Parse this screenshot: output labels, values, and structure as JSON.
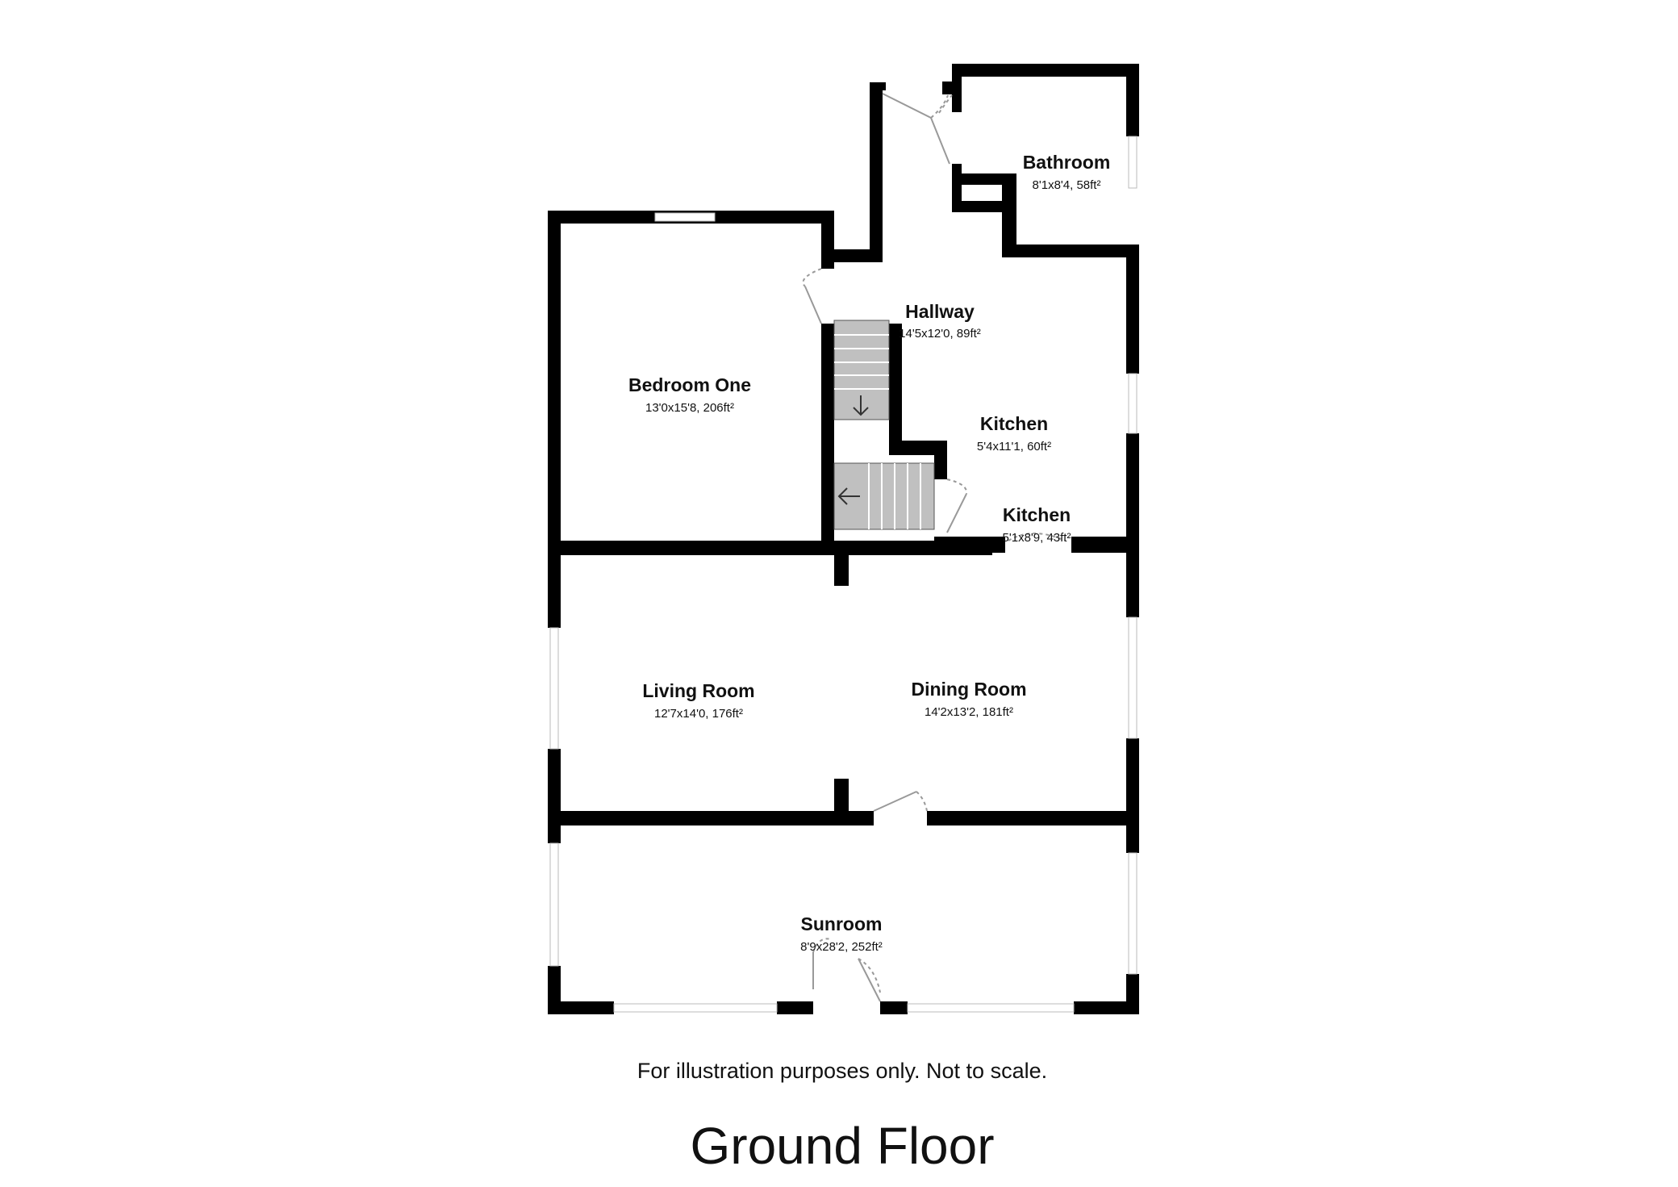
{
  "rooms": {
    "bathroom": {
      "name": "Bathroom",
      "dims": "8'1x8'4, 58ft²"
    },
    "hallway": {
      "name": "Hallway",
      "dims": "14'5x12'0, 89ft²"
    },
    "bedroom_one": {
      "name": "Bedroom One",
      "dims": "13'0x15'8, 206ft²"
    },
    "kitchen_upper": {
      "name": "Kitchen",
      "dims": "5'4x11'1, 60ft²"
    },
    "kitchen_lower": {
      "name": "Kitchen",
      "dims": "5'1x8'9, 43ft²"
    },
    "living_room": {
      "name": "Living Room",
      "dims": "12'7x14'0, 176ft²"
    },
    "dining_room": {
      "name": "Dining Room",
      "dims": "14'2x13'2, 181ft²"
    },
    "sunroom": {
      "name": "Sunroom",
      "dims": "8'9x28'2, 252ft²"
    }
  },
  "disclaimer": "For illustration purposes only. Not to scale.",
  "floor_title": "Ground Floor",
  "colors": {
    "wall": "#000000",
    "window": "#ffffff",
    "stairs": "#c0c0c0",
    "door_swing": "#999999",
    "text": "#111111",
    "background": "#ffffff"
  },
  "icons": {
    "stairs_down_arrow": "arrow-down-icon",
    "stairs_left_arrow": "arrow-left-icon"
  }
}
